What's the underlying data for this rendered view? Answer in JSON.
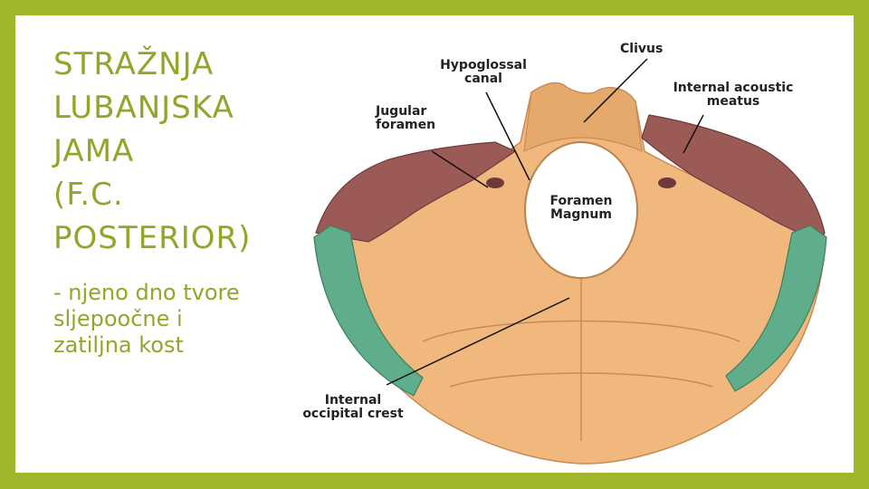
{
  "slide": {
    "title_lines": [
      "STRAŽNJA",
      "LUBANJSKA",
      "JAMA",
      "(F.C.",
      "POSTERIOR)"
    ],
    "body": "- njeno dno tvore sljepoočne i zatiljna kost"
  },
  "figure": {
    "labels": {
      "clivus": "Clivus",
      "hypoglossal": "Hypoglossal canal",
      "jugular": "Jugular foramen",
      "acoustic": "Internal acoustic meatus",
      "magnum": "Foramen Magnum",
      "crest": "Internal occipital crest"
    }
  },
  "colors": {
    "frame": "#a0b52a",
    "title": "#95a52a",
    "occipital_bone": "#f0b87d",
    "temporal_bone": "#9c5a57",
    "parietal_bone": "#5fad8a"
  }
}
